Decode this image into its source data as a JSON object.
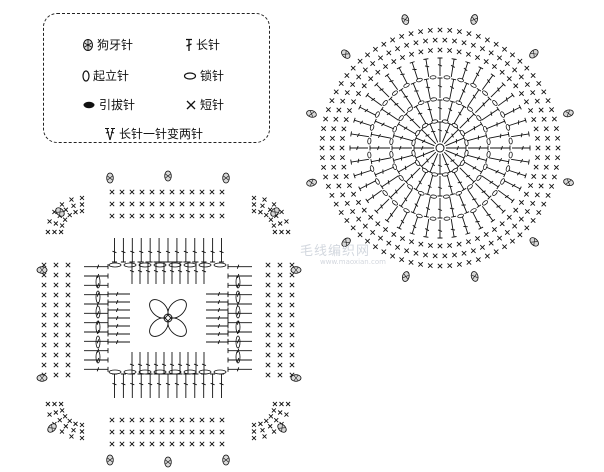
{
  "legend": {
    "picot": "狗牙针",
    "dc": "长针",
    "ch_start": "起立针",
    "chain": "锁针",
    "slip": "引拔针",
    "sc": "短针",
    "dc2tog": "长针一针变两针"
  },
  "watermark": {
    "text": "毛线编织网",
    "sub": "www.maoxian.com"
  },
  "colors": {
    "ink": "#111111",
    "border": "#222222",
    "watermark": "#c9cfd8"
  }
}
